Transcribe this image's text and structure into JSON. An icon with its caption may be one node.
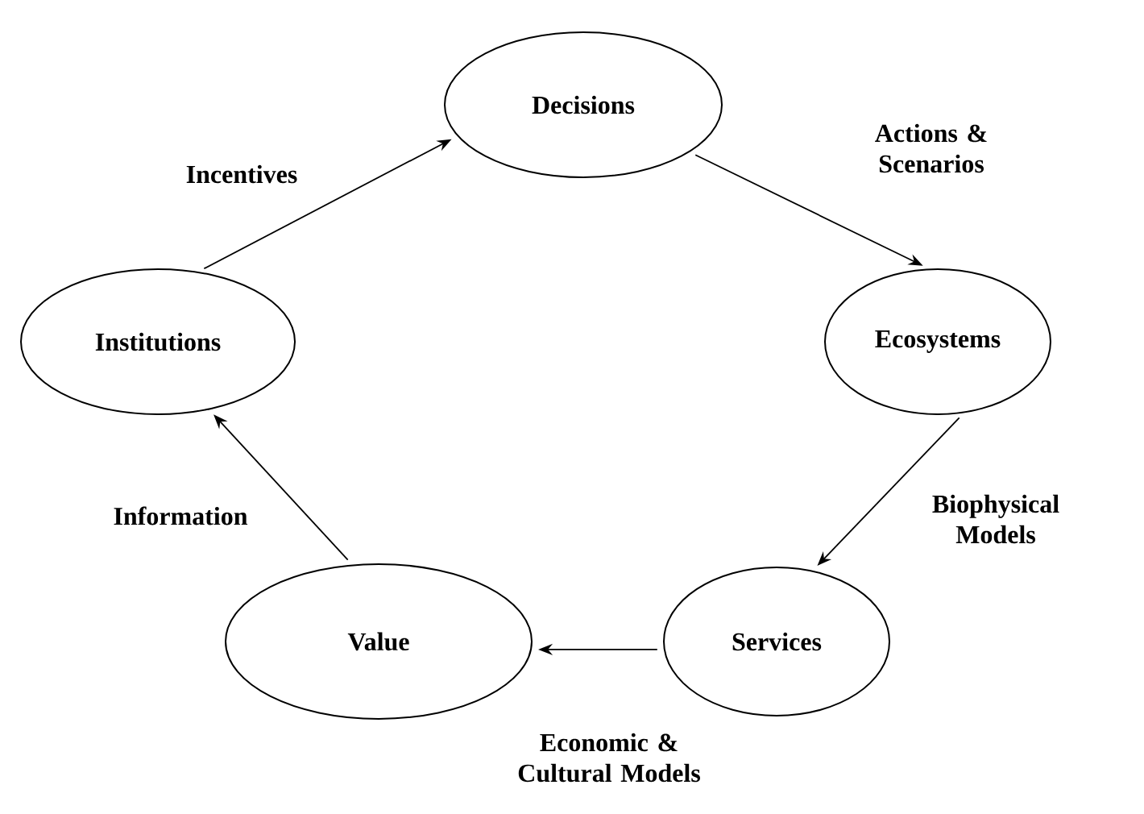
{
  "diagram": {
    "nodes": [
      {
        "text": [
          "Decisions"
        ]
      },
      {
        "text": [
          "Ecosystems"
        ]
      },
      {
        "text": [
          "Services"
        ]
      },
      {
        "text": [
          "Value"
        ]
      },
      {
        "text": [
          "Institutions"
        ]
      }
    ],
    "edges": [
      {
        "from": 4,
        "to": 0,
        "arrow": "to",
        "label": "Incentives"
      },
      {
        "from": 0,
        "to": 1,
        "arrow": "to",
        "label": "Actions & Scenarios"
      },
      {
        "from": 1,
        "to": 2,
        "arrow": "to",
        "label": "Biophysical Models"
      },
      {
        "from": 2,
        "to": 3,
        "arrow": "to",
        "label": "Economic & Cultural Models"
      },
      {
        "from": 3,
        "to": 4,
        "arrow": "to",
        "label": "Information"
      }
    ]
  }
}
